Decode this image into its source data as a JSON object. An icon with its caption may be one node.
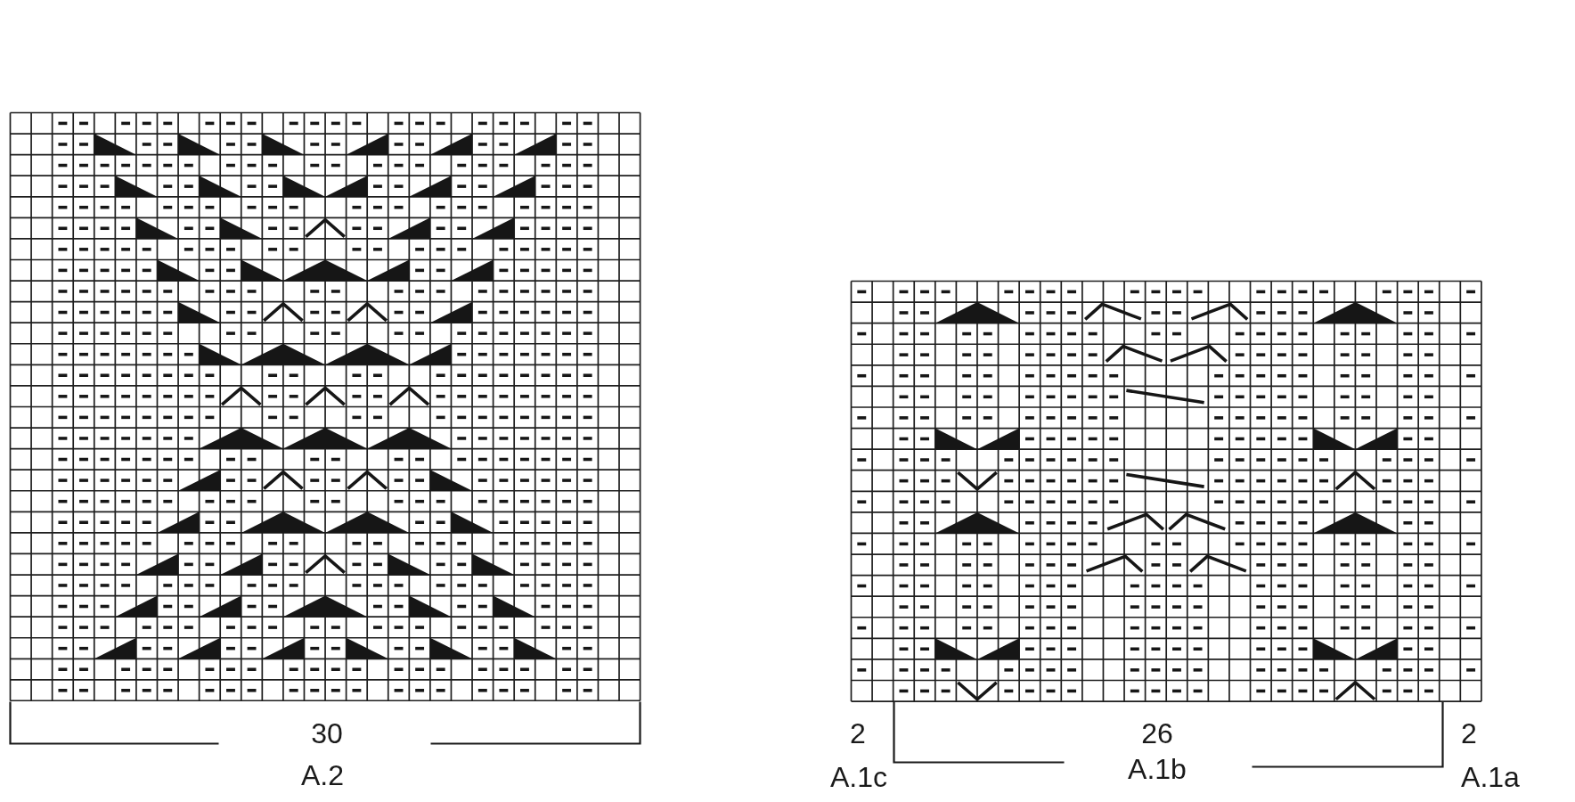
{
  "diagram": {
    "labels": [
      "30",
      "A.2",
      "2",
      "26",
      "2",
      "A.1c",
      "A.1b",
      "A.1a"
    ]
  }
}
